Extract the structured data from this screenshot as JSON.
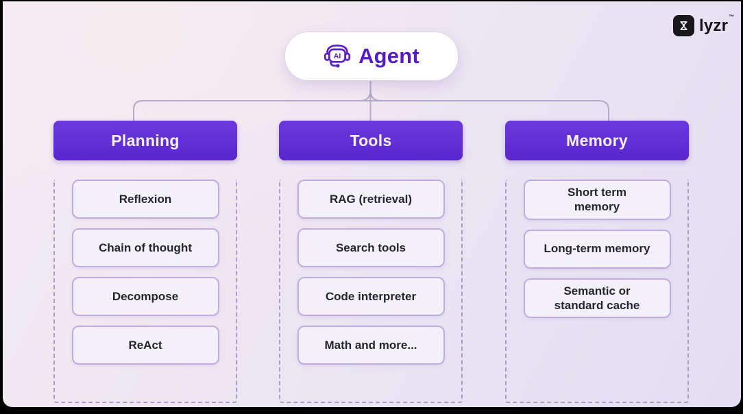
{
  "root": {
    "title": "Agent",
    "icon": "ai-headset-icon"
  },
  "brand": {
    "name": "lyzr",
    "trademark": "™",
    "icon": "lyzr-logo-icon"
  },
  "columns": [
    {
      "title": "Planning",
      "items": [
        "Reflexion",
        "Chain of thought",
        "Decompose",
        "ReAct"
      ]
    },
    {
      "title": "Tools",
      "items": [
        "RAG (retrieval)",
        "Search tools",
        "Code interpreter",
        "Math and more..."
      ]
    },
    {
      "title": "Memory",
      "items": [
        "Short term memory",
        "Long-term memory",
        "Semantic or standard cache"
      ]
    }
  ],
  "colors": {
    "header_purple": "#6130d2",
    "accent_text_purple": "#5519c6",
    "connector_line": "#b2a9cc",
    "item_border": "#bfade2",
    "item_fill": "#f4f0fa",
    "dashed_border": "#ab9dc4",
    "background_start": "#f3ecf3",
    "background_end": "#e4def2",
    "brand_black": "#17171c"
  }
}
